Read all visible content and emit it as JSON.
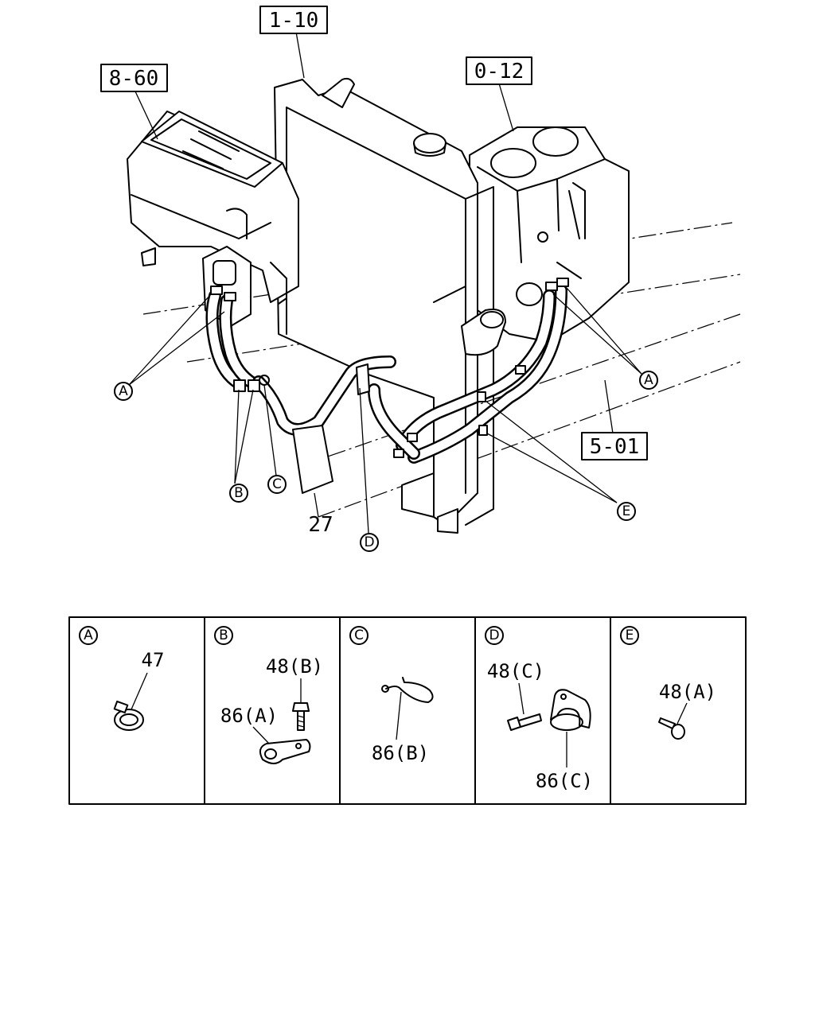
{
  "refs": {
    "r1": "1-10",
    "r2": "8-60",
    "r3": "0-12",
    "r4": "5-01"
  },
  "callouts": {
    "a1": "A",
    "a2": "A",
    "b": "B",
    "c": "C",
    "d": "D",
    "e": "E"
  },
  "part_27": "27",
  "cells": [
    {
      "letter": "A",
      "parts": [
        "47"
      ]
    },
    {
      "letter": "B",
      "parts": [
        "48(B)",
        "86(A)"
      ]
    },
    {
      "letter": "C",
      "parts": [
        "86(B)"
      ]
    },
    {
      "letter": "D",
      "parts": [
        "48(C)",
        "86(C)"
      ]
    },
    {
      "letter": "E",
      "parts": [
        "48(A)"
      ]
    }
  ]
}
